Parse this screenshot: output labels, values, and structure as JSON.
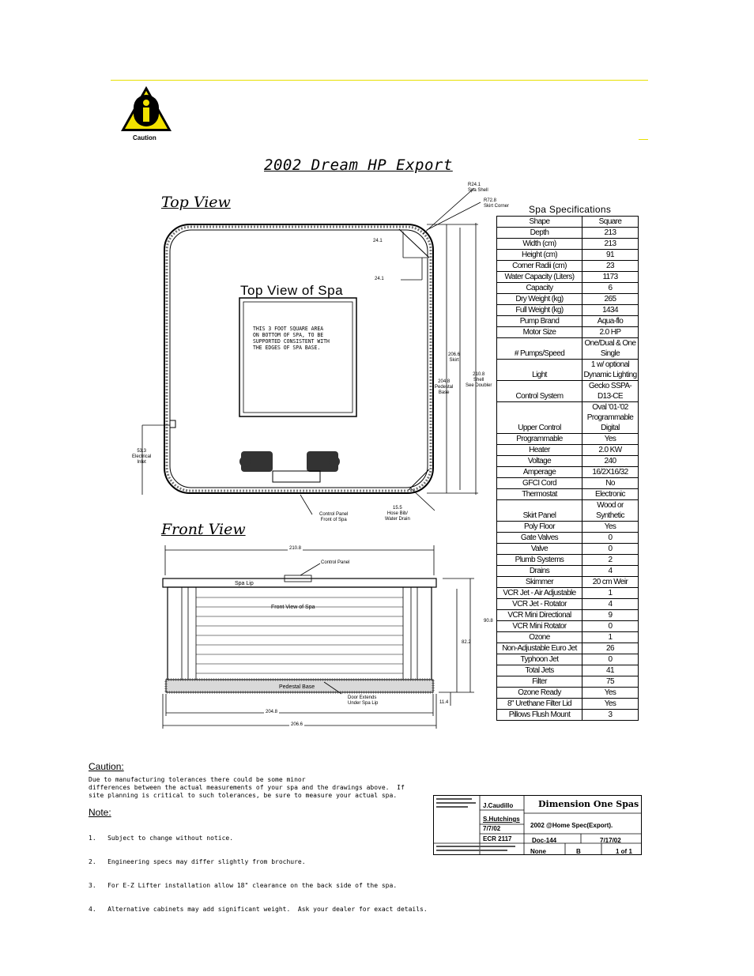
{
  "caution_icon_label": "Caution",
  "title": "2002 Dream HP Export",
  "top_view": {
    "heading": "Top View",
    "inner_label": "Top View of Spa",
    "box_text": [
      "THIS 3 FOOT SQUARE AREA",
      "ON BOTTOM OF SPA, TO BE",
      "SUPPORTED CONSISTENT WITH",
      "THE EDGES OF SPA BASE."
    ],
    "dims": {
      "r_shell": "R24.1",
      "r_shell_lbl": "Spa Shell",
      "r_skirt": "R72.8",
      "r_skirt_lbl": "Skirt Corner",
      "d1": "24.1",
      "d2": "24.1",
      "skirt": "206.6",
      "skirt_lbl": "Skirt",
      "pedestal": "204.8",
      "pedestal_lbl1": "Pedestal",
      "pedestal_lbl2": "Base",
      "shell": "210.8",
      "shell_lbl1": "Shell",
      "shell_lbl2": "See Doubler",
      "elec": "53.3",
      "elec_lbl1": "Electrical",
      "elec_lbl2": "Inlet",
      "ctrl_lbl1": "Control Panel",
      "ctrl_lbl2": "Front of Spa",
      "drain": "15.5",
      "drain_lbl1": "Hose Bib/",
      "drain_lbl2": "Water Drain"
    }
  },
  "front_view": {
    "heading": "Front View",
    "width_top": "210.8",
    "control_panel": "Control Panel",
    "spa_lip": "Spa Lip",
    "inner_label": "Front View of Spa",
    "pedestal": "Pedestal Base",
    "door_lbl1": "Door Extends",
    "door_lbl2": "Under Spa Lip",
    "h1": "90.8",
    "h2": "82.2",
    "h3": "11.4",
    "w1": "204.8",
    "w2": "206.6"
  },
  "spec": {
    "title": "Spa Specifications",
    "rows": [
      [
        "Shape",
        "Square"
      ],
      [
        "Depth",
        "213"
      ],
      [
        "Width (cm)",
        "213"
      ],
      [
        "Height (cm)",
        "91"
      ],
      [
        "Corner Radii (cm)",
        "23"
      ],
      [
        "Water Capacity (Liters)",
        "1173"
      ],
      [
        "Capacity",
        "6"
      ],
      [
        "Dry Weight (kg)",
        "265"
      ],
      [
        "Full Weight (kg)",
        "1434"
      ],
      [
        "Pump Brand",
        "Aqua-flo"
      ],
      [
        "Motor Size",
        "2.0 HP"
      ],
      [
        "# Pumps/Speed",
        "One/Dual & One Single"
      ],
      [
        "Light",
        "1 w/ optional Dynamic Lighting"
      ],
      [
        "Control System",
        "Gecko SSPA-D13-CE"
      ],
      [
        "Upper Control",
        "Oval '01-'02 Programmable Digital"
      ],
      [
        "Programmable",
        "Yes"
      ],
      [
        "Heater",
        "2.0 KW"
      ],
      [
        "Voltage",
        "240"
      ],
      [
        "Amperage",
        "16/2X16/32"
      ],
      [
        "GFCI Cord",
        "No"
      ],
      [
        "Thermostat",
        "Electronic"
      ],
      [
        "Skirt Panel",
        "Wood or Synthetic"
      ],
      [
        "Poly Floor",
        "Yes"
      ],
      [
        "Gate Valves",
        "0"
      ],
      [
        "Valve",
        "0"
      ],
      [
        "Plumb Systems",
        "2"
      ],
      [
        "Drains",
        "4"
      ],
      [
        "Skimmer",
        "20 cm Weir"
      ],
      [
        "VCR Jet - Air Adjustable",
        "1"
      ],
      [
        "VCR Jet - Rotator",
        "4"
      ],
      [
        "VCR Mini Directional",
        "9"
      ],
      [
        "VCR Mini Rotator",
        "0"
      ],
      [
        "Ozone",
        "1"
      ],
      [
        "Non-Adjustable Euro Jet",
        "26"
      ],
      [
        "Typhoon Jet",
        "0"
      ],
      [
        "Total Jets",
        "41"
      ],
      [
        "Filter",
        "75"
      ],
      [
        "Ozone Ready",
        "Yes"
      ],
      [
        "8\" Urethane Filter Lid",
        "Yes"
      ],
      [
        "Pillows Flush Mount",
        "3"
      ]
    ]
  },
  "caution": {
    "heading": "Caution:",
    "text": "Due to manufacturing tolerances there could be some minor\ndifferences between the actual measurements of your spa and the drawings above.  If\nsite planning is critical to such tolerances, be sure to measure your actual spa."
  },
  "note": {
    "heading": "Note:",
    "items": [
      "1.   Subject to change without notice.",
      "2.   Engineering specs may differ slightly from brochure.",
      "3.   For E-Z Lifter installation allow 18\" clearance on the back side of the spa.",
      "4.   Alternative cabinets may add significant weight.  Ask your dealer for exact details."
    ]
  },
  "titleblock": {
    "drawn_by": "J.Caudillo",
    "approved": "S.Hutchings",
    "date1": "7/7/02",
    "ecr": "ECR 2117",
    "company": "Dimension One Spas",
    "drawing_title": "2002 @Home Spec(Export).",
    "doc": "Doc-144",
    "date2": "7/17/02",
    "scale": "None",
    "rev": "B",
    "sheet": "1 of 1"
  }
}
